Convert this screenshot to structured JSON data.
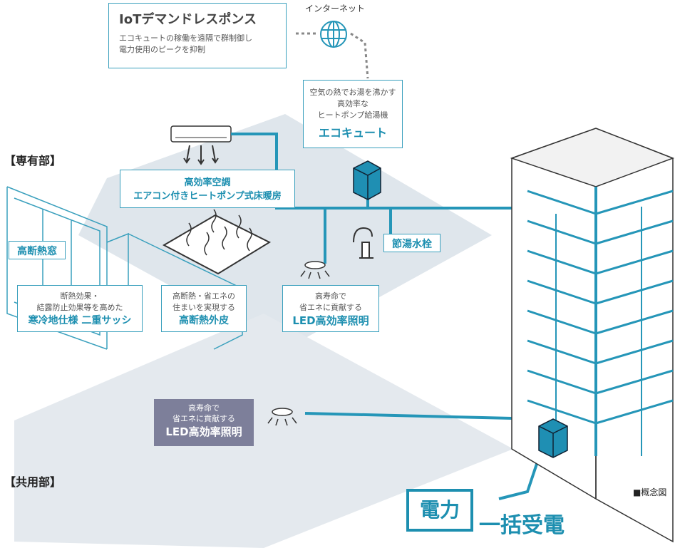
{
  "iot": {
    "title": "IoTデマンドレスポンス",
    "line1": "エコキュートの稼働を遠隔で群制御し",
    "line2": "電力使用のピークを抑制"
  },
  "internet_label": "インターネット",
  "ecocute": {
    "line1": "空気の熱でお湯を沸かす",
    "line2": "高効率な",
    "line3": "ヒートポンプ給湯機",
    "title": "エコキュート"
  },
  "section_private": "【専有部】",
  "section_common": "【共用部】",
  "aircon": {
    "line1": "高効率空調",
    "line2": "エアコン付きヒートポンプ式床暖房"
  },
  "window_label": "高断熱窓",
  "faucet_label": "節湯水栓",
  "led_private": {
    "line1": "高寿命で",
    "line2": "省エネに貢献する",
    "title": "LED高効率照明"
  },
  "sash": {
    "line1": "断熱効果・",
    "line2": "結露防止効果等を高めた",
    "title": "寒冷地仕様 二重サッシ"
  },
  "envelope": {
    "line1": "高断熱・省エネの",
    "line2": "住まいを実現する",
    "title": "高断熱外皮"
  },
  "led_common": {
    "line1": "高寿命で",
    "line2": "省エネに貢献する",
    "title": "LED高効率照明"
  },
  "power": {
    "box": "電力",
    "rest": "一括受電"
  },
  "concept_note": "■概念図",
  "colors": {
    "accent": "#1d8fb0",
    "line": "#2596b8",
    "floor": "#dfe6ec",
    "common_label_bg": "#7d7f9a"
  }
}
